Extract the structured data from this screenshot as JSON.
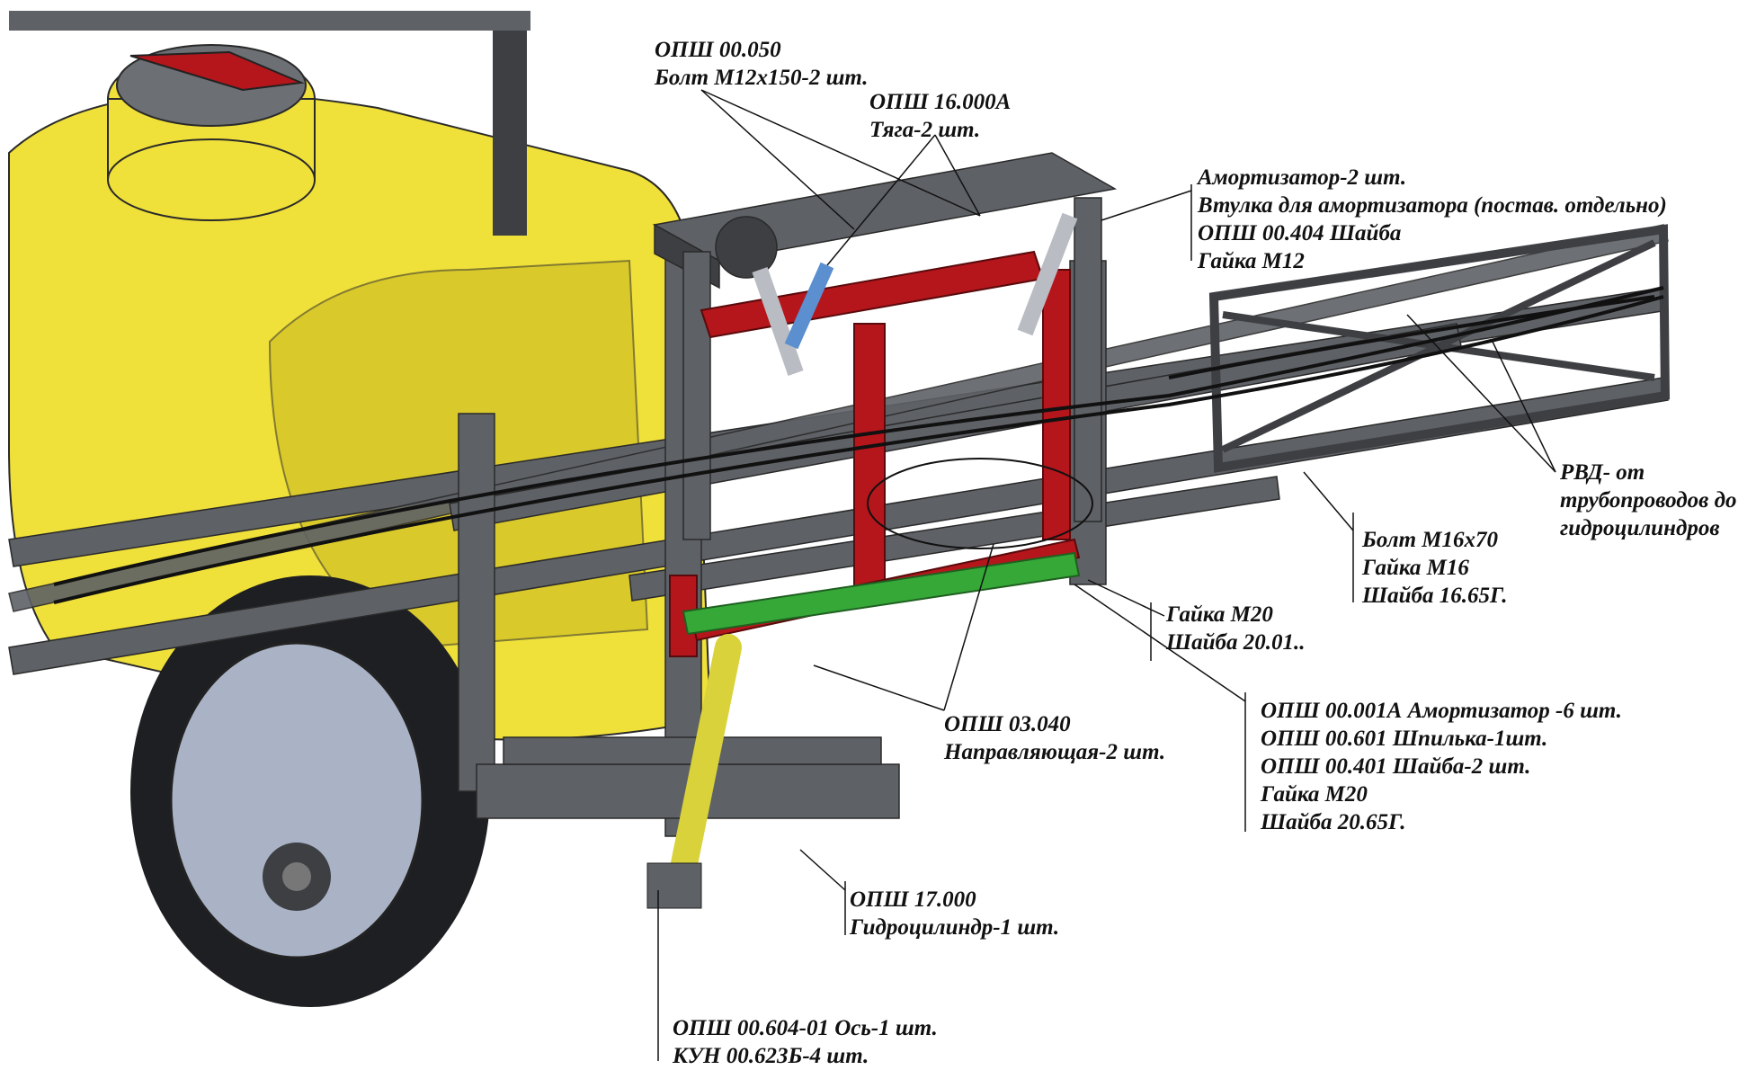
{
  "colors": {
    "tank": "#f0e03a",
    "tank_shade": "#c9b81f",
    "frame": "#5e6166",
    "frame_dark": "#3d3f43",
    "bracket_red": "#b4161b",
    "rail_green": "#35a838",
    "cylinder": "#d9d23a",
    "damper_blue": "#5b8fd0",
    "tyre": "#1e1f22",
    "rim": "#aab3c6",
    "line": "#111111"
  },
  "callouts": [
    {
      "id": "c1",
      "lines": [
        "ОПШ 00.050",
        "Болт М12х150-2 шт."
      ]
    },
    {
      "id": "c2",
      "lines": [
        "ОПШ 16.000А",
        "Тяга-2 шт."
      ]
    },
    {
      "id": "c3",
      "lines": [
        "Амортизатор-2 шт.",
        "Втулка для амортизатора (постав. отдельно)",
        "ОПШ 00.404 Шайба",
        "Гайка М12"
      ]
    },
    {
      "id": "c4",
      "lines": [
        "РВД- от",
        "трубопроводов до",
        "гидроцилиндров"
      ]
    },
    {
      "id": "c5",
      "lines": [
        "Болт М16х70",
        "Гайка М16",
        "Шайба 16.65Г."
      ]
    },
    {
      "id": "c6",
      "lines": [
        "Гайка М20",
        "Шайба 20.01.."
      ]
    },
    {
      "id": "c7",
      "lines": [
        "ОПШ 03.040",
        "Направляющая-2 шт."
      ]
    },
    {
      "id": "c8",
      "lines": [
        "ОПШ 00.001А Амортизатор -6 шт.",
        "ОПШ 00.601 Шпилька-1шт.",
        "ОПШ 00.401 Шайба-2 шт.",
        "Гайка М20",
        "Шайба 20.65Г."
      ]
    },
    {
      "id": "c9",
      "lines": [
        "ОПШ 17.000",
        "Гидроцилиндр-1 шт."
      ]
    },
    {
      "id": "c10",
      "lines": [
        "ОПШ 00.604-01 Ось-1 шт.",
        "КУН 00.623Б-4 шт."
      ]
    }
  ]
}
